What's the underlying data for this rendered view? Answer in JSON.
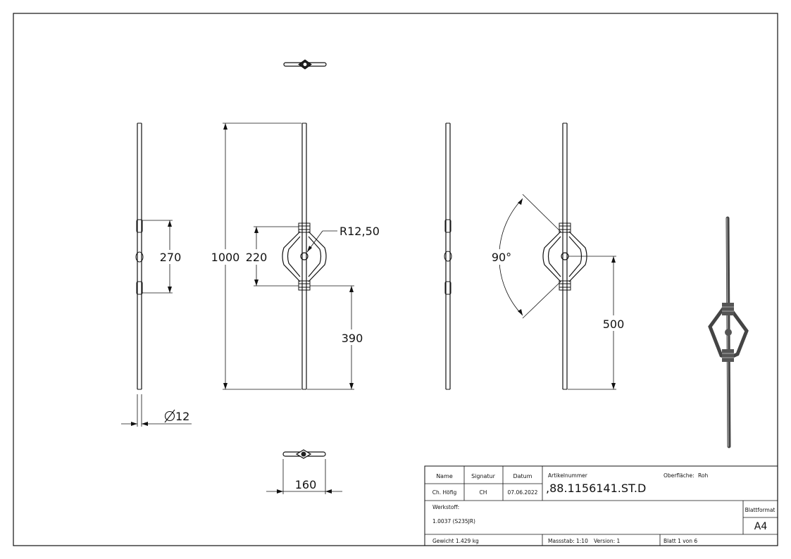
{
  "dimensions": {
    "d270": "270",
    "d1000": "1000",
    "d220": "220",
    "radius": "R12,50",
    "d390": "390",
    "diameter": "12",
    "d160": "160",
    "angle": "90°",
    "d500": "500"
  },
  "title_block": {
    "name_label": "Name",
    "signature_label": "Signatur",
    "date_label": "Datum",
    "name_value": "Ch. Höfig",
    "signature_value": "CH",
    "date_value": "07.06.2022",
    "article_label": "Artikelnummer",
    "article_value": ",88.1156141.ST.D",
    "surface_label": "Oberfläche:",
    "surface_value": "Roh",
    "material_label": "Werkstoff:",
    "material_value": "1.0037 (S235JR)",
    "format_label": "Blattformat",
    "format_value": "A4",
    "weight_label": "Gewicht 1.429 kg",
    "scale_label": "Massstab: 1:10",
    "version_label": "Version: 1",
    "sheet_label": "Blatt 1 von 6"
  }
}
